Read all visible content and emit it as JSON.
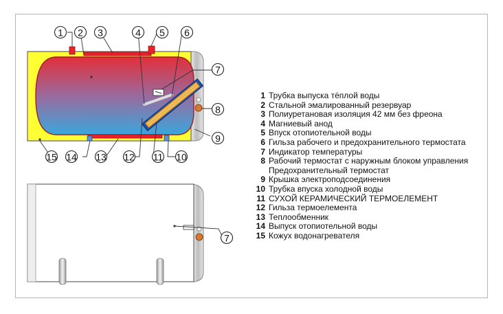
{
  "callouts": [
    {
      "num": "1"
    },
    {
      "num": "2"
    },
    {
      "num": "3"
    },
    {
      "num": "4"
    },
    {
      "num": "5"
    },
    {
      "num": "6"
    },
    {
      "num": "7"
    },
    {
      "num": "8"
    },
    {
      "num": "9"
    },
    {
      "num": "10"
    },
    {
      "num": "11"
    },
    {
      "num": "12"
    },
    {
      "num": "13"
    },
    {
      "num": "14"
    },
    {
      "num": "15"
    },
    {
      "num": "7"
    }
  ],
  "legend": [
    {
      "num": "1",
      "text": "Трубка выпуска тёплой воды"
    },
    {
      "num": "2",
      "text": "Стальной эмалированный резервуар"
    },
    {
      "num": "3",
      "text": "Полиуретановая изоляция 42 мм без фреона"
    },
    {
      "num": "4",
      "text": "Магниевый анод"
    },
    {
      "num": "5",
      "text": "Впуск отопиотельной воды"
    },
    {
      "num": "6",
      "text": "Гильза рабочего и предохранительного термостата"
    },
    {
      "num": "7",
      "text": "Индикатор температуры"
    },
    {
      "num": "8",
      "text": "Рабочий термостат с наружным блоком управления"
    },
    {
      "num": "",
      "text": "Предохранительный термостат"
    },
    {
      "num": "9",
      "text": "Крышка электроподсоединения"
    },
    {
      "num": "10",
      "text": "Трубка впуска холодной воды"
    },
    {
      "num": "11",
      "text": "СУХОЙ КЕРАМИЧЕСКИЙ ТЕРМОЕЛЕМЕНТ"
    },
    {
      "num": "12",
      "text": "Гильза термоелемента"
    },
    {
      "num": "13",
      "text": "Теплообменник"
    },
    {
      "num": "14",
      "text": "Выпуск отопиотельной воды"
    },
    {
      "num": "15",
      "text": "Кожух водонагревателя"
    }
  ],
  "colors": {
    "insulation": "#ffff33",
    "tank_top": "#e83a3a",
    "tank_bottom": "#3fa7d9",
    "heater_element": "#e8a33a",
    "sleeve": "#1d4fb0",
    "casing": "#ffffff",
    "side_panel": "#d9d9d9",
    "pipe_red": "#e8222a",
    "pipe_blue": "#5b8fd6"
  }
}
